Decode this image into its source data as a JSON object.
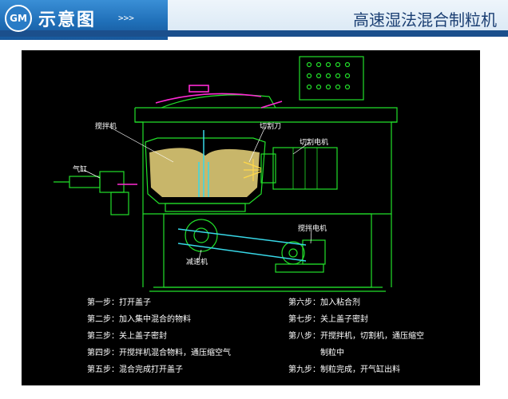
{
  "header": {
    "logo_text": "GM",
    "section_title": "示意图",
    "arrows": ">>>",
    "page_title": "高速湿法混合制粒机"
  },
  "labels": {
    "stirrer": "搅拌机",
    "cutter": "切割刀",
    "cutter_motor": "切割电机",
    "cylinder": "气缸",
    "stir_motor": "搅拌电机",
    "reducer": "减速机"
  },
  "steps": [
    "第一步：打开盖子",
    "第二步：加入集中混合的物料",
    "第三步：关上盖子密封",
    "第四步：开搅拌机混合物料，通压缩空气",
    "第五步：混合完成打开盖子",
    "第六步：加入粘合剂",
    "第七步：关上盖子密封",
    "第八步：开搅拌机，切割机，通压缩空",
    "制粒中",
    "第九步：制粒完成，开气缸出料"
  ],
  "colors": {
    "line": "#22e02a",
    "material": "#c8b66a",
    "magenta": "#ff2ad4",
    "cyan": "#38d8e8",
    "header_blue": "#1f6fb8"
  }
}
